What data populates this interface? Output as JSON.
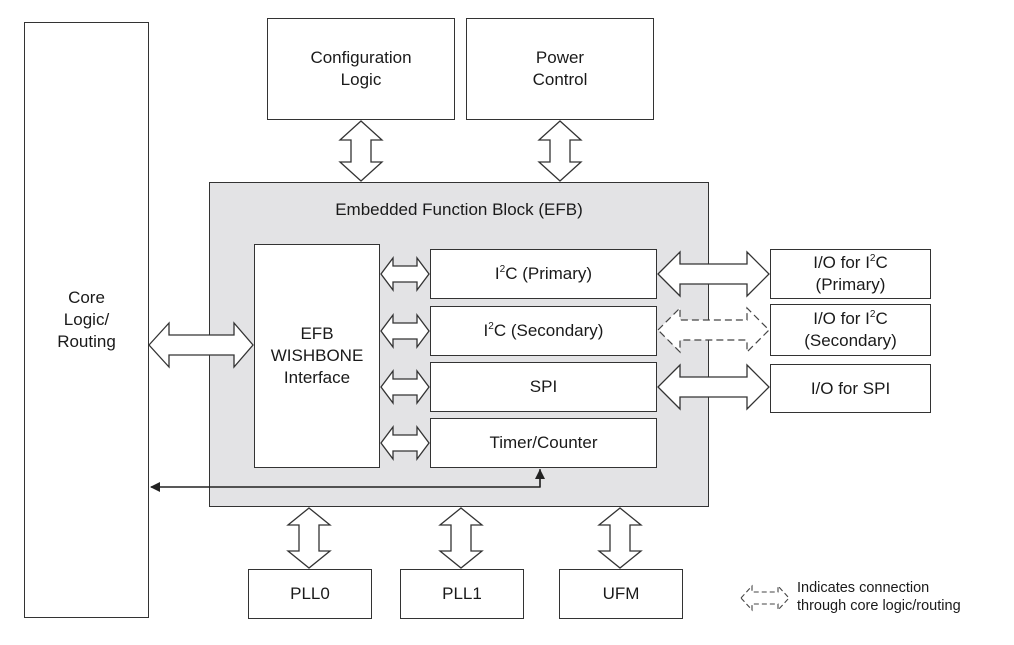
{
  "blocks": {
    "core": "Core\nLogic/\nRouting",
    "config": "Configuration\nLogic",
    "power": "Power\nControl",
    "efb_title": "Embedded Function Block (EFB)",
    "wishbone": "EFB\nWISHBONE\nInterface",
    "i2c_primary": {
      "pre": "I",
      "sup": "2",
      "post": "C (Primary)"
    },
    "i2c_secondary": {
      "pre": "I",
      "sup": "2",
      "post": "C (Secondary)"
    },
    "spi": "SPI",
    "timer": "Timer/Counter",
    "io_i2c_primary": {
      "pre": "I/O for I",
      "sup": "2",
      "post": "C",
      "line2": "(Primary)"
    },
    "io_i2c_secondary": {
      "pre": "I/O for I",
      "sup": "2",
      "post": "C",
      "line2": "(Secondary)"
    },
    "io_spi": "I/O for SPI",
    "pll0": "PLL0",
    "pll1": "PLL1",
    "ufm": "UFM"
  },
  "legend": {
    "text": "Indicates connection\nthrough core logic/routing"
  }
}
